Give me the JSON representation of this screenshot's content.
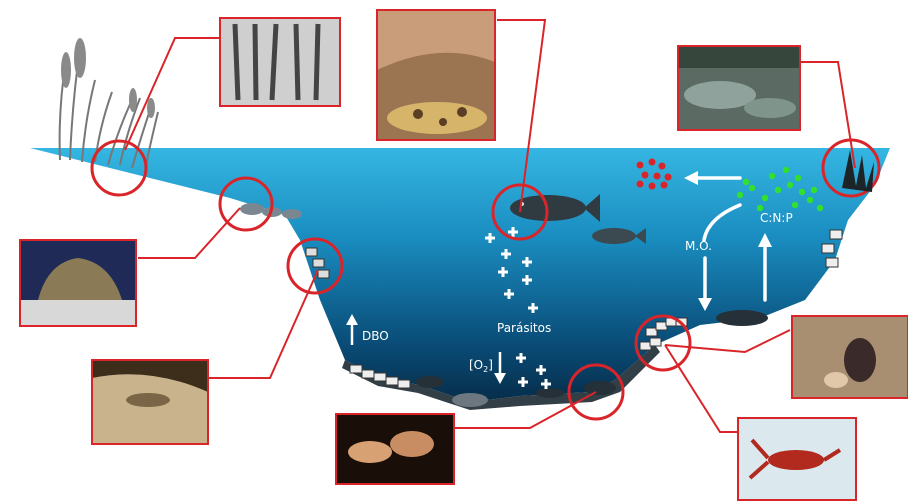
{
  "labels": {
    "dbo": "DBO",
    "o2_open": "[O",
    "o2_sub": "2",
    "o2_close": "]",
    "parasites": "Parásitos",
    "organic_matter": "M.O.",
    "nutrients": "C:N:P"
  },
  "colors": {
    "water_surface": "#35b6e2",
    "water_deep": "#062d4a",
    "callout_line": "#d9252a",
    "nutrient_green": "#33e02c",
    "particle_red": "#d9252a"
  },
  "photos": [
    {
      "icon": "reed-roots-photo-icon"
    },
    {
      "icon": "fish-with-spots-photo-icon"
    },
    {
      "icon": "flooded-marsh-photo-icon"
    },
    {
      "icon": "sponge-colony-photo-icon"
    },
    {
      "icon": "bryozoan-on-wood-photo-icon"
    },
    {
      "icon": "larvae-in-hand-photo-icon"
    },
    {
      "icon": "snails-on-sediment-photo-icon"
    },
    {
      "icon": "red-crayfish-photo-icon"
    }
  ]
}
